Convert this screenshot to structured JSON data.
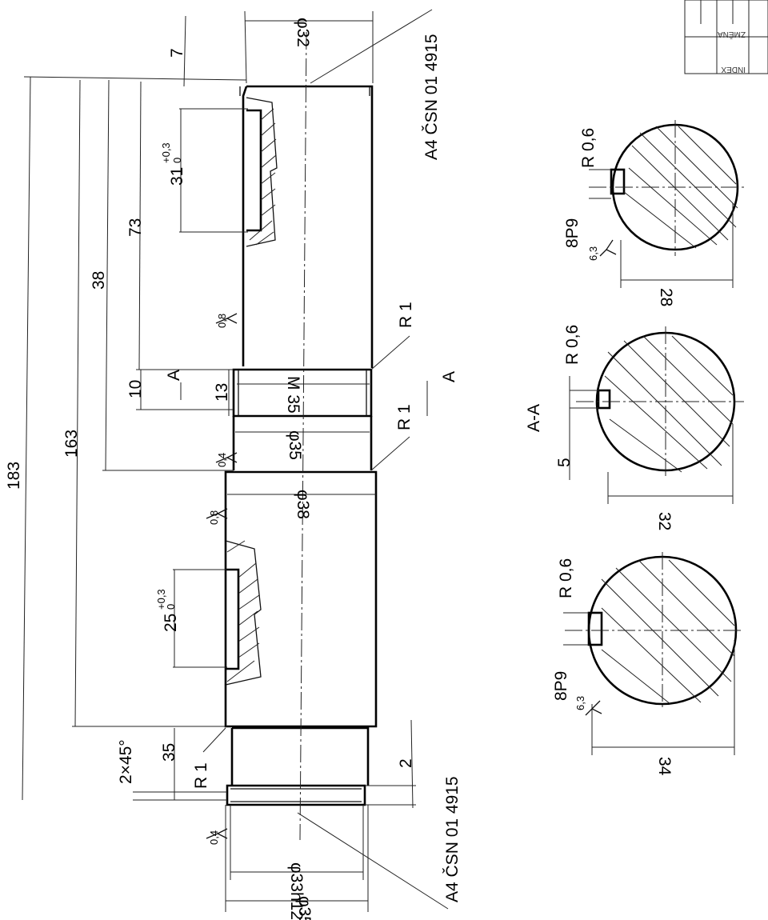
{
  "dimensions": {
    "d32": "φ32",
    "m35": "M 35",
    "d35_mid": "φ35",
    "d38": "φ38",
    "d33h12": "φ33h12",
    "d35_end": "φ35",
    "len_7": "7",
    "len_73": "73",
    "len_38": "38",
    "len_163": "163",
    "len_183": "183",
    "len_10": "10",
    "len_13": "13",
    "len_35": "35",
    "len_2": "2",
    "chamfer": "2×45°",
    "key_top": "31",
    "key_top_tol_upper": "+0,3",
    "key_top_tol_lower": "0",
    "key_bottom": "25",
    "key_bottom_tol_upper": "+0,3",
    "key_bottom_tol_lower": "0",
    "radius_1a": "R 1",
    "radius_1b": "R 1",
    "radius_1c": "R 1"
  },
  "roughness": {
    "r1": "0,8",
    "r2": "0,4",
    "r3": "0,8",
    "r4": "0,4",
    "s1": "6,3",
    "s2": "6,3"
  },
  "notes": {
    "centerhole_top": "A4 ČSN 01 4915",
    "centerhole_bottom": "A4 ČSN 01 4915"
  },
  "sections": {
    "cut_mark_1": "A",
    "cut_mark_2": "A",
    "label": "A-A",
    "s1_radius": "R 0,6",
    "s1_fit": "8P9",
    "s1_dim": "28",
    "s2_radius": "R 0,6",
    "s2_width": "5",
    "s2_dim": "32",
    "s3_radius": "R 0,6",
    "s3_fit": "8P9",
    "s3_dim": "34"
  },
  "title_block": {
    "col1": "INDEX",
    "col2": "ZMĚNA"
  }
}
